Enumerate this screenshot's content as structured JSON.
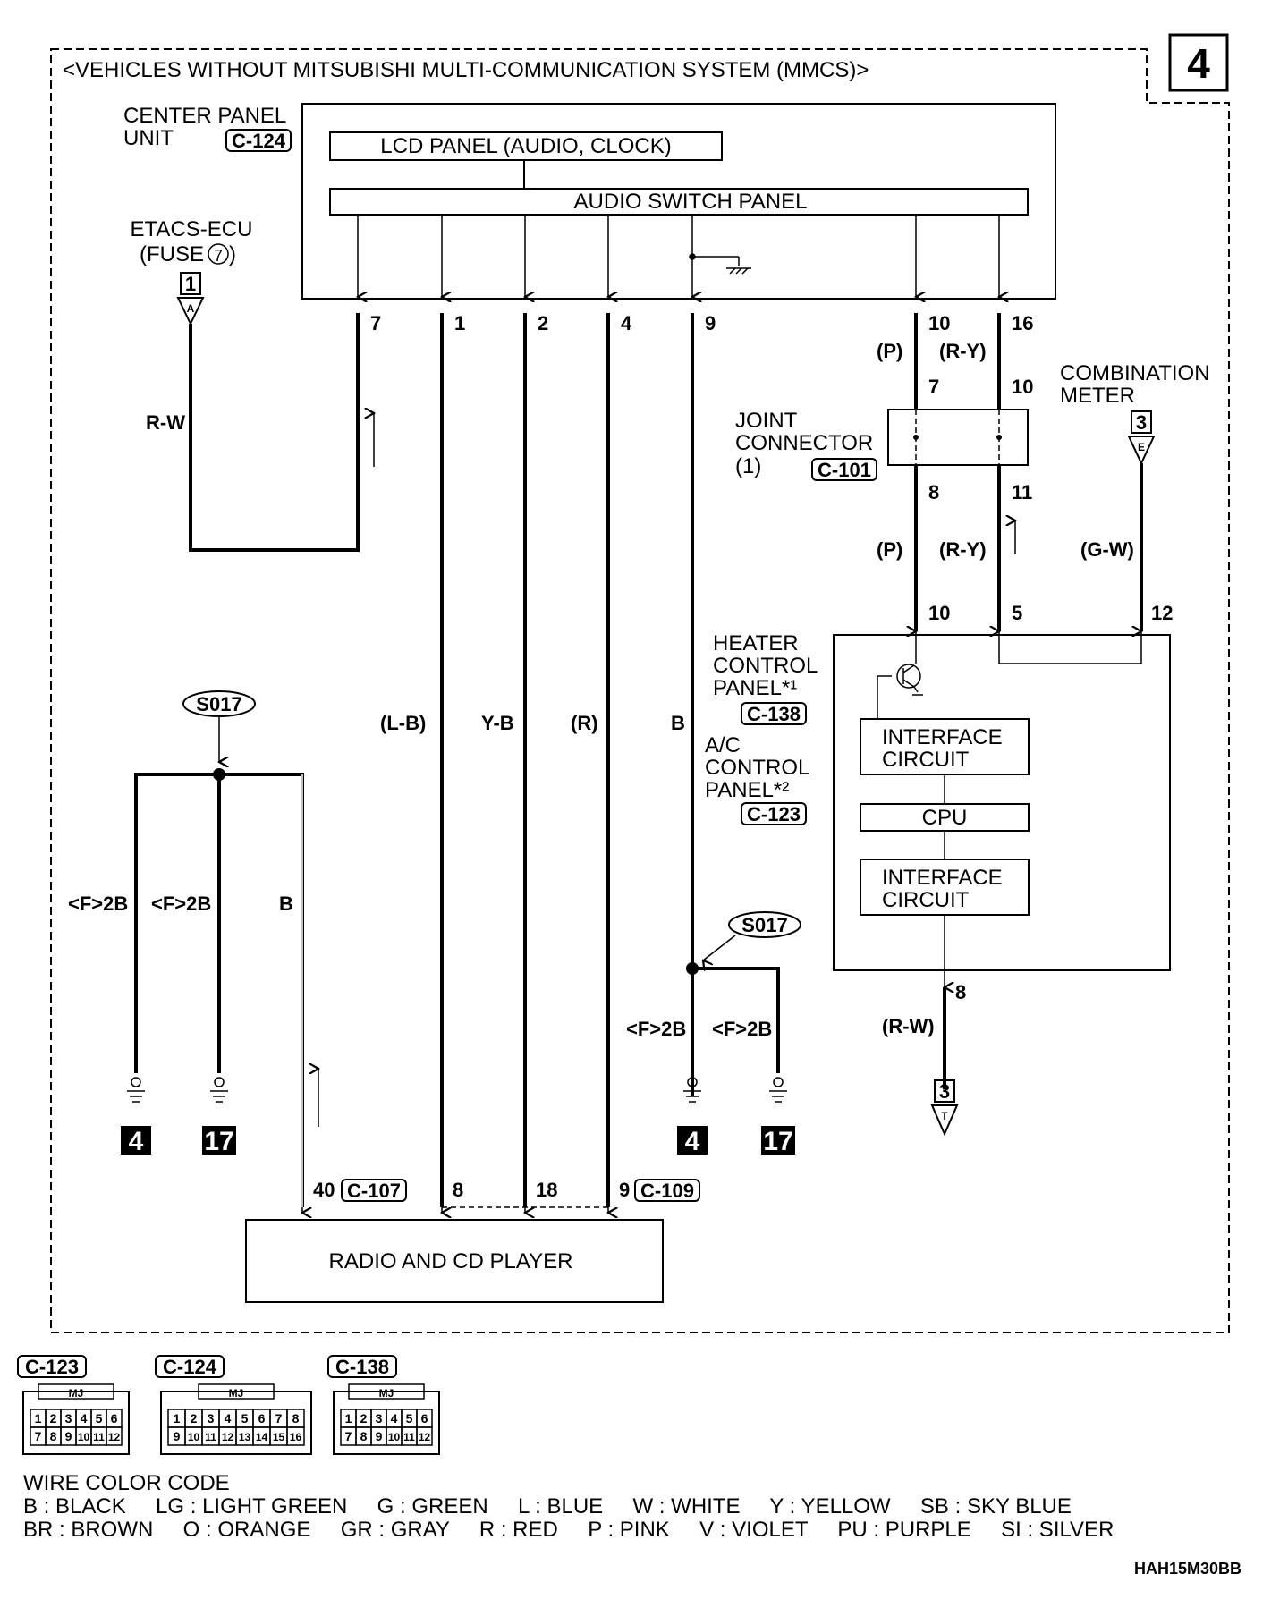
{
  "header": {
    "title": "<VEHICLES WITHOUT MITSUBISHI MULTI-COMMUNICATION SYSTEM (MMCS)>",
    "page_number": "4"
  },
  "center_panel": {
    "label_line1": "CENTER PANEL",
    "label_line2": "UNIT",
    "connector": "C-124",
    "lcd": "LCD PANEL (AUDIO, CLOCK)",
    "switch_panel": "AUDIO SWITCH PANEL",
    "pins": [
      "7",
      "1",
      "2",
      "4",
      "9",
      "10",
      "16"
    ]
  },
  "etacs": {
    "line1": "ETACS-ECU",
    "line2_prefix": "(FUSE",
    "fuse": "7",
    "line2_suffix": ")",
    "ref": "1",
    "terminal": "A"
  },
  "wires": {
    "rw": "R-W",
    "lb": "(L-B)",
    "yb": "Y-B",
    "r": "(R)",
    "b": "B",
    "p": "(P)",
    "ry": "(R-Y)",
    "gw": "(G-W)",
    "rw2": "(R-W)",
    "f2b": "<F>2B",
    "b_ground": "B"
  },
  "joint_connector": {
    "line1": "JOINT",
    "line2": "CONNECTOR",
    "line3": "(1)",
    "connector": "C-101",
    "pins_in": [
      "7",
      "10"
    ],
    "pins_out": [
      "8",
      "11"
    ]
  },
  "combination_meter": {
    "line1": "COMBINATION",
    "line2": "METER",
    "ref": "3",
    "terminal": "E"
  },
  "heater_panel": {
    "line1": "HEATER",
    "line2": "CONTROL",
    "line3": "PANEL*¹",
    "connector": "C-138",
    "ac_line1": "A/C",
    "ac_line2": "CONTROL",
    "ac_line3": "PANEL*²",
    "ac_connector": "C-123",
    "pins": [
      "10",
      "5",
      "12"
    ],
    "interface1_l1": "INTERFACE",
    "interface1_l2": "CIRCUIT",
    "cpu": "CPU",
    "interface2_l1": "INTERFACE",
    "interface2_l2": "CIRCUIT",
    "out_pin": "8",
    "out_ref": "3",
    "out_terminal": "T"
  },
  "splice": "S017",
  "grounds": [
    "4",
    "17"
  ],
  "radio": {
    "label": "RADIO AND CD PLAYER",
    "pin40": "40",
    "conn1": "C-107",
    "pin8": "8",
    "pin18": "18",
    "pin9": "9",
    "conn2": "C-109"
  },
  "connector_views": [
    {
      "name": "C-123",
      "tag": "MJ",
      "row1": [
        "1",
        "2",
        "3",
        "4",
        "5",
        "6"
      ],
      "row2": [
        "7",
        "8",
        "9",
        "10",
        "11",
        "12"
      ]
    },
    {
      "name": "C-124",
      "tag": "MJ",
      "row1": [
        "1",
        "2",
        "3",
        "4",
        "5",
        "6",
        "7",
        "8"
      ],
      "row2": [
        "9",
        "10",
        "11",
        "12",
        "13",
        "14",
        "15",
        "16"
      ]
    },
    {
      "name": "C-138",
      "tag": "MJ",
      "row1": [
        "1",
        "2",
        "3",
        "4",
        "5",
        "6"
      ],
      "row2": [
        "7",
        "8",
        "9",
        "10",
        "11",
        "12"
      ]
    }
  ],
  "legend": {
    "title": "WIRE COLOR CODE",
    "line1": "B : BLACK     LG : LIGHT GREEN     G : GREEN     L : BLUE     W : WHITE     Y : YELLOW     SB : SKY BLUE",
    "line2": "BR : BROWN     O : ORANGE     GR : GRAY     R : RED     P : PINK     V : VIOLET     PU : PURPLE     SI : SILVER"
  },
  "figure_code": "HAH15M30BB"
}
